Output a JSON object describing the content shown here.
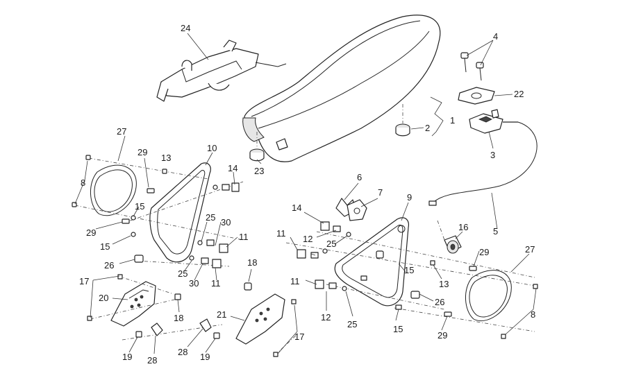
{
  "callouts": {
    "c1": "1",
    "c2": "2",
    "c3": "3",
    "c4": "4",
    "c5": "5",
    "c6": "6",
    "c7": "7",
    "c8a": "8",
    "c8b": "8",
    "c9": "9",
    "c10": "10",
    "c11a": "11",
    "c11b": "11",
    "c11c": "11",
    "c11d": "11",
    "c12a": "12",
    "c12b": "12",
    "c13a": "13",
    "c13b": "13",
    "c14a": "14",
    "c14b": "14",
    "c15a": "15",
    "c15b": "15",
    "c15c": "15",
    "c15d": "15",
    "c16": "16",
    "c17a": "17",
    "c17b": "17",
    "c18a": "18",
    "c18b": "18",
    "c19a": "19",
    "c19b": "19",
    "c20": "20",
    "c21": "21",
    "c22": "22",
    "c23": "23",
    "c24": "24",
    "c25a": "25",
    "c25b": "25",
    "c25c": "25",
    "c25d": "25",
    "c26a": "26",
    "c26b": "26",
    "c27a": "27",
    "c27b": "27",
    "c28a": "28",
    "c28b": "28",
    "c29a": "29",
    "c29b": "29",
    "c29c": "29",
    "c30a": "30",
    "c30b": "30"
  }
}
